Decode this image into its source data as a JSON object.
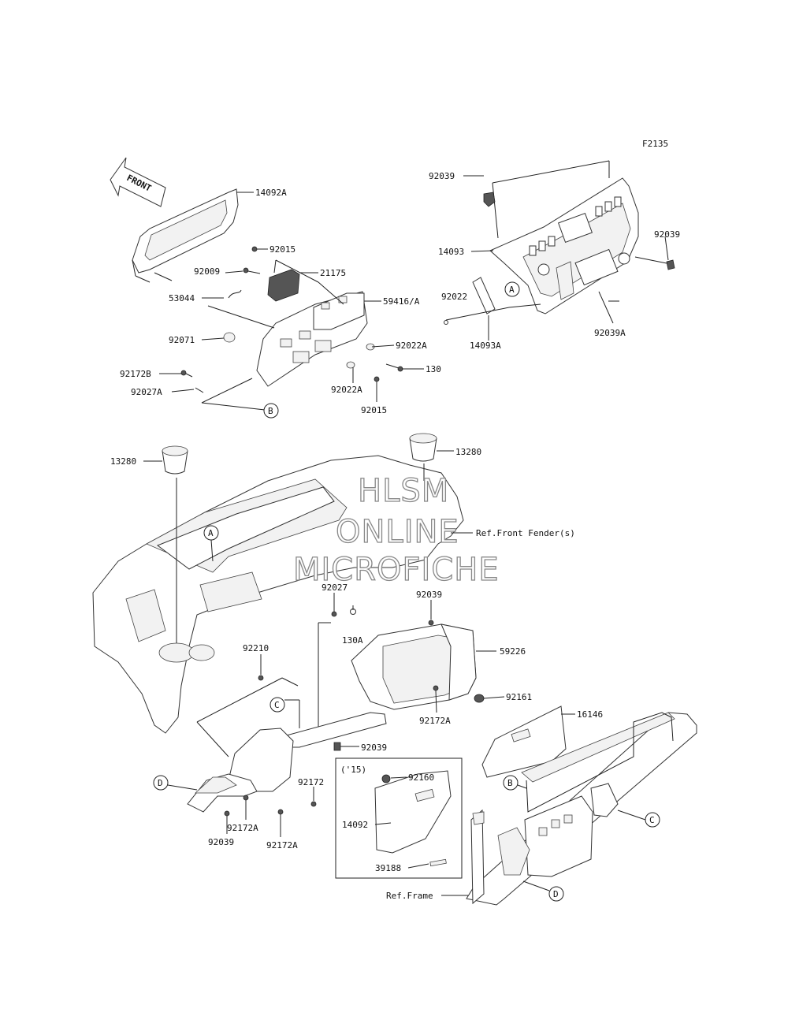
{
  "figure_code": "F2135",
  "front_arrow": "FRONT",
  "watermark": {
    "line1": "HLSM",
    "line2": "ONLINE",
    "line3": "MICROFICHE"
  },
  "callouts": {
    "a1": "A",
    "a2": "A",
    "b1": "B",
    "b2": "B",
    "c1": "C",
    "c2": "C",
    "d1": "D",
    "d2": "D"
  },
  "labels": {
    "p14092A": "14092A",
    "p92015a": "92015",
    "p92009": "92009",
    "p21175": "21175",
    "p53044": "53044",
    "p59416A": "59416/A",
    "p92071": "92071",
    "p92022A_a": "92022A",
    "p92172B": "92172B",
    "p130": "130",
    "p92027A": "92027A",
    "p92022A_b": "92022A",
    "p92015b": "92015",
    "p92039_top": "92039",
    "p14093": "14093",
    "p92039_right": "92039",
    "p92022": "92022",
    "p14093A": "14093A",
    "p92039A": "92039A",
    "p13280_left": "13280",
    "p13280_right": "13280",
    "ref_fender": "Ref.Front Fender(s)",
    "p92027": "92027",
    "p130A": "130A",
    "p92039_mid": "92039",
    "p59226": "59226",
    "p92210": "92210",
    "p92161": "92161",
    "p92172A_mid": "92172A",
    "p16146": "16146",
    "p92039_low": "92039",
    "p15": "('15)",
    "p92160": "92160",
    "p92172": "92172",
    "p14092": "14092",
    "p92172A_a": "92172A",
    "p92039_bl": "92039",
    "p92172A_b": "92172A",
    "p39188": "39188",
    "ref_frame": "Ref.Frame"
  }
}
